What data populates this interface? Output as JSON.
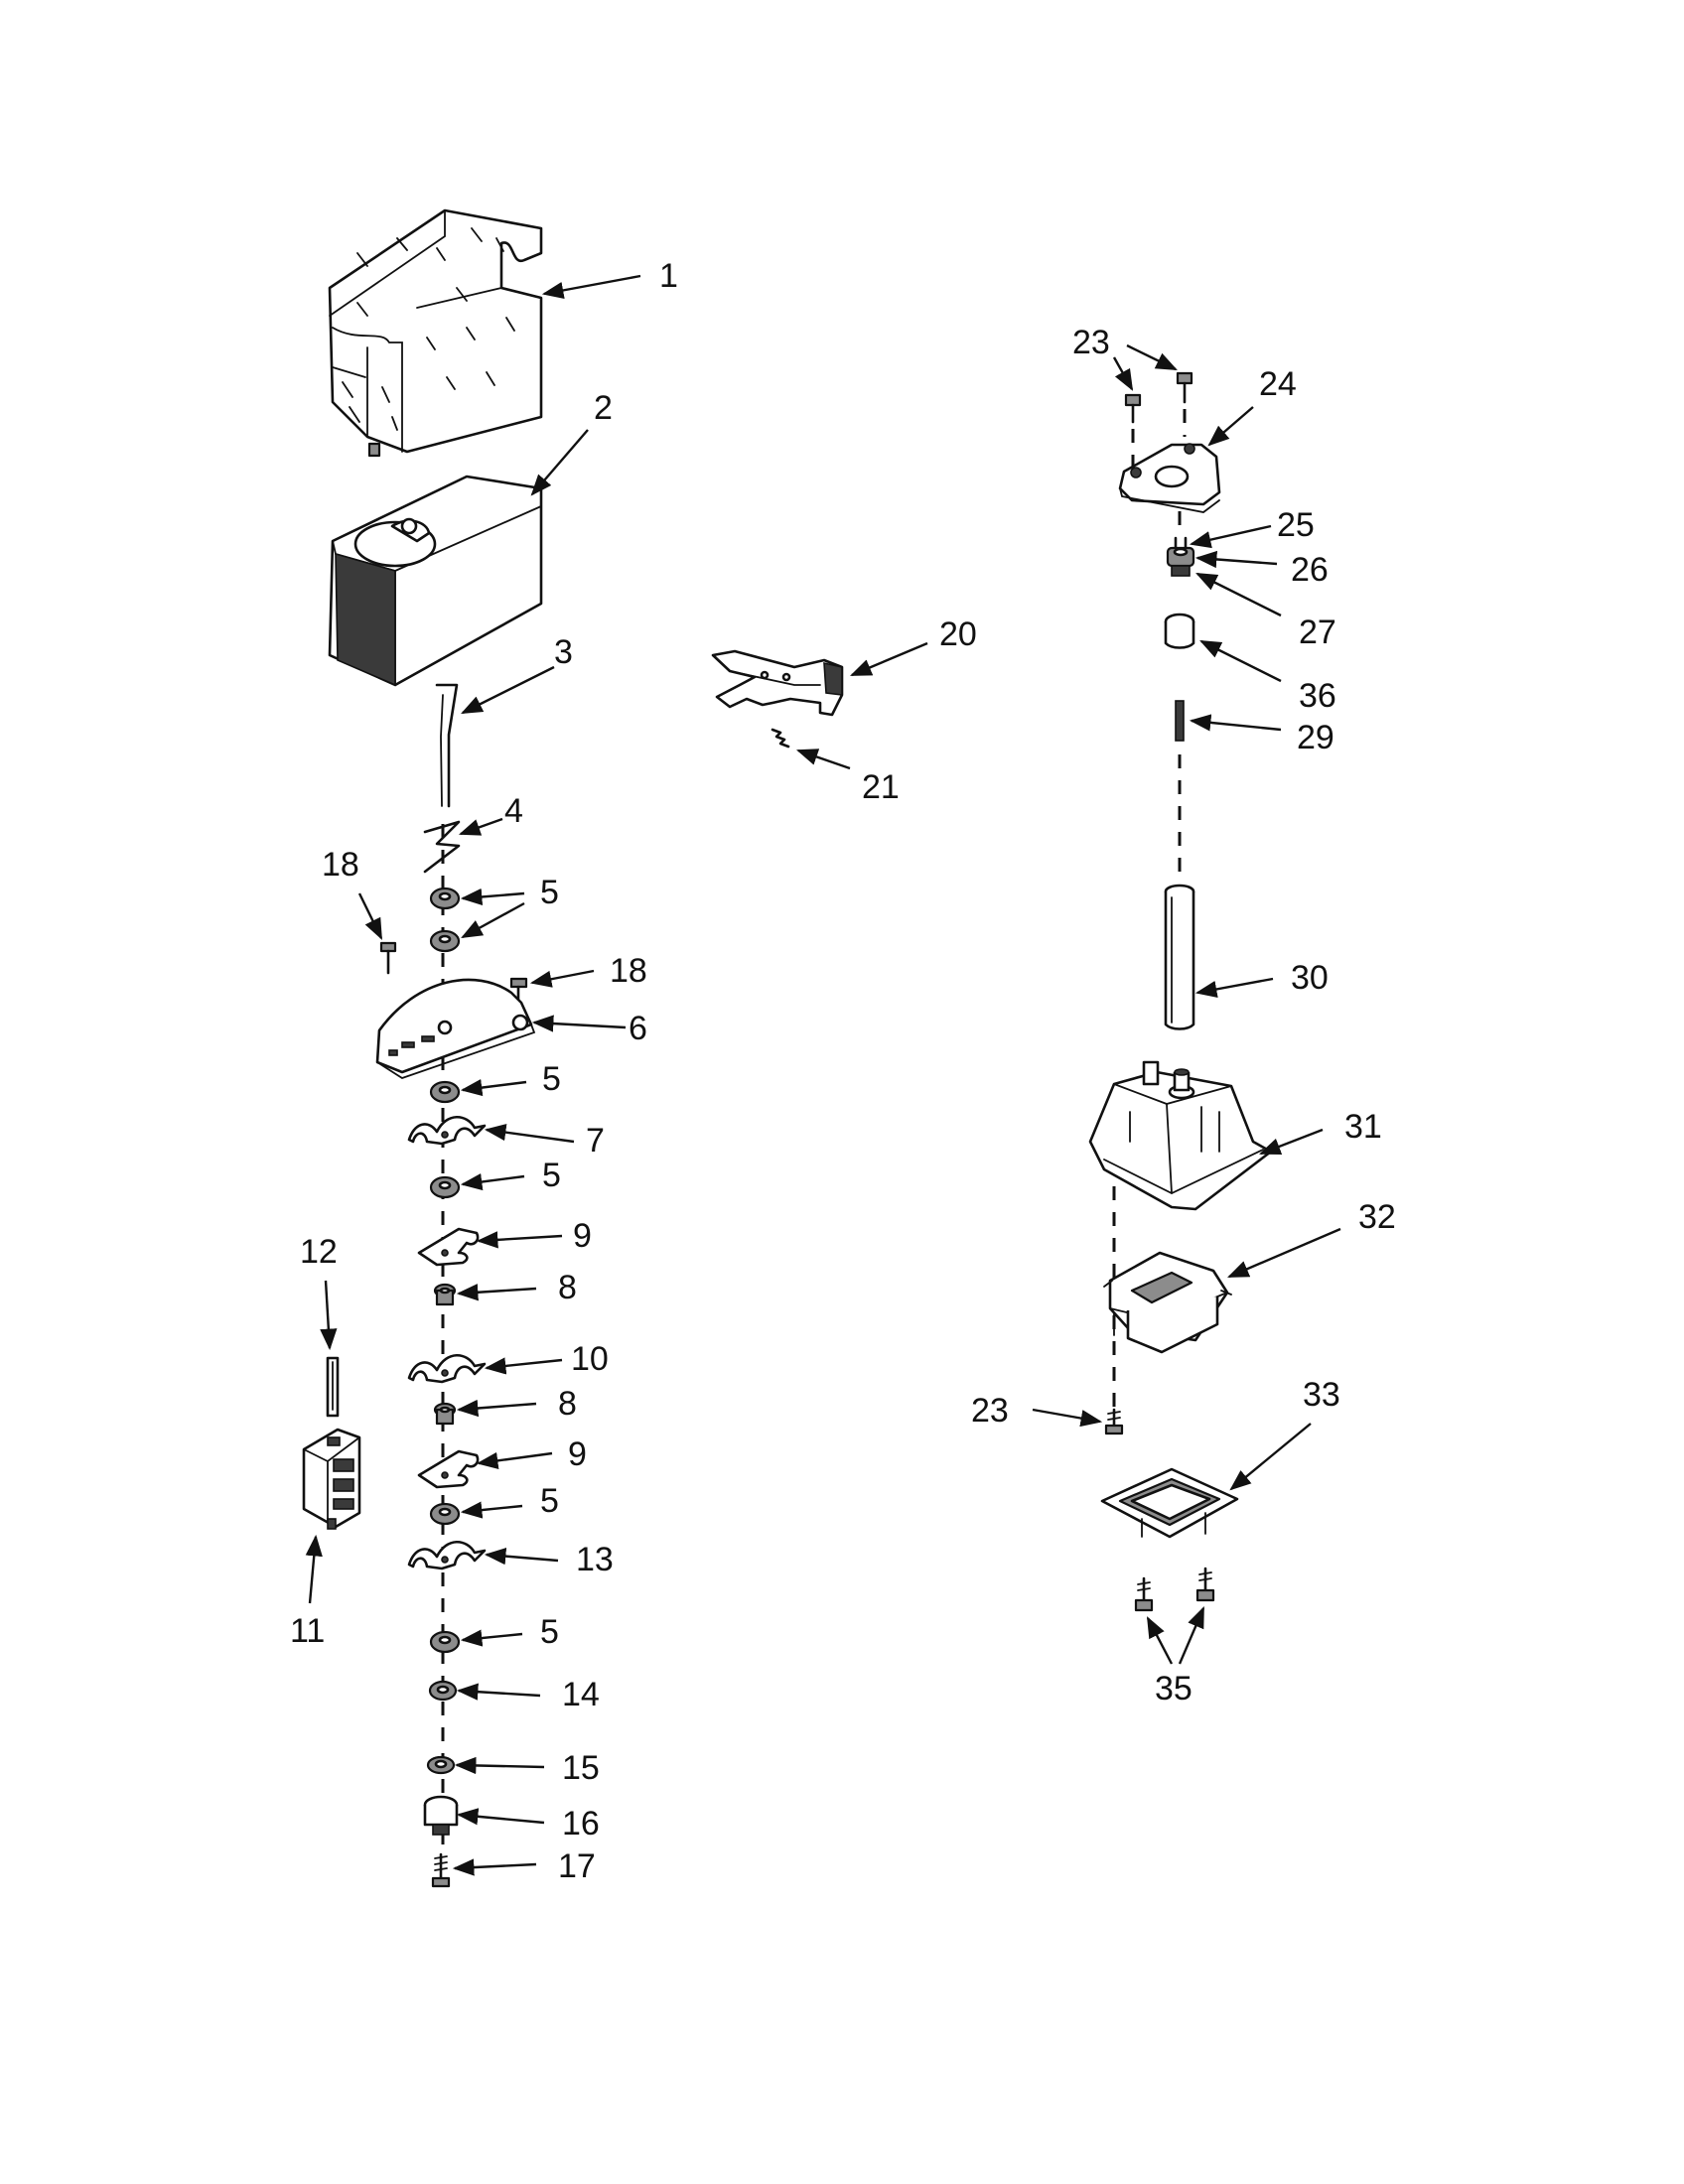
{
  "diagram": {
    "labels": {
      "p1": "1",
      "p2": "2",
      "p3": "3",
      "p4": "4",
      "p5a": "5",
      "p5b": "5",
      "p5c": "5",
      "p5d": "5",
      "p5e": "5",
      "p5f": "5",
      "p6": "6",
      "p7": "7",
      "p8a": "8",
      "p8b": "8",
      "p9a": "9",
      "p9b": "9",
      "p10": "10",
      "p11": "11",
      "p12": "12",
      "p13": "13",
      "p14": "14",
      "p15": "15",
      "p16": "16",
      "p17": "17",
      "p18a": "18",
      "p18b": "18",
      "p20": "20",
      "p21": "21",
      "p23a": "23",
      "p23b": "23",
      "p24": "24",
      "p25": "25",
      "p26": "26",
      "p27": "27",
      "p29": "29",
      "p30": "30",
      "p31": "31",
      "p32": "32",
      "p33": "33",
      "p35": "35",
      "p36": "36"
    }
  }
}
